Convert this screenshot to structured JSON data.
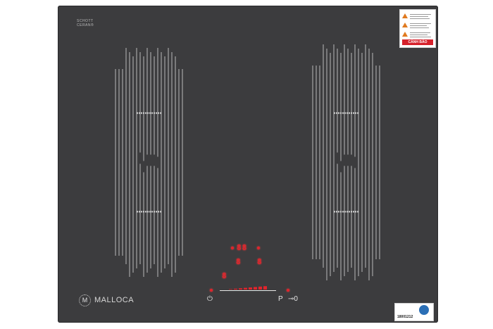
{
  "product": {
    "cert_mark": "SCHOTT\nCERAN®",
    "brand_initial": "M",
    "brand_name": "MALLOCA"
  },
  "warning_label": {
    "title": "CẢNH BÁO",
    "accent": "#d6212b"
  },
  "controls": {
    "timer_display": "88",
    "zone_display_left": "8",
    "zone_display_right": "8",
    "zone_display_bottom": "8",
    "power_symbol": "⏻",
    "pause_symbol": "P",
    "lock_symbol": "⊸0"
  },
  "service_label": {
    "hotline": "18001212"
  },
  "colors": {
    "glass": "#3c3c3e",
    "display_red": "#e0242c",
    "zone_lines": "#d9d9d9"
  }
}
